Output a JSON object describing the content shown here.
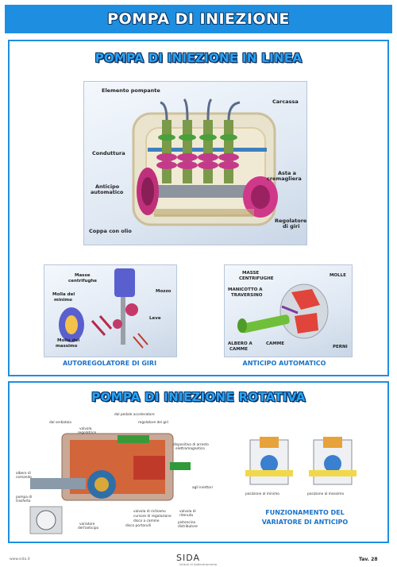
{
  "banner": {
    "title": "POMPA DI INIEZIONE"
  },
  "section_linea": {
    "heading": "POMPA DI INIEZIONE IN LINEA",
    "main_labels": {
      "elemento_pompante": "Elemento pompante",
      "carcassa": "Carcassa",
      "conduttura": "Conduttura",
      "asta_a": "Asta a",
      "cremagliera": "cremagliera",
      "anticipo": "Anticipo",
      "automatico": "automatico",
      "regolatore": "Regolatore",
      "di_giri": "di giri",
      "coppa": "Coppa con olio"
    },
    "giri_labels": {
      "masse": "Masse",
      "centrifughe": "centrifughe",
      "mozzo": "Mozzo",
      "molla_del": "Molla del",
      "minimo": "minimo",
      "leve": "Leve",
      "molla_del_2": "Molla del",
      "massimo": "massimo"
    },
    "anticipo_labels": {
      "masse": "MASSE",
      "centrifughe": "CENTRIFUGHE",
      "molle": "MOLLE",
      "manicotto_a": "MANICOTTO A",
      "traversino": "TRAVERSINO",
      "albero_a": "ALBERO A",
      "camme_left": "CAMME",
      "camme": "CAMME",
      "perni": "PERNI"
    },
    "caption_giri": "AUTOREGOLATORE DI GIRI",
    "caption_anticipo": "ANTICIPO AUTOMATICO"
  },
  "section_rotativa": {
    "heading": "POMPA DI INIEZIONE ROTATIVA",
    "labels": {
      "dal_pedale": "dal pedale acceleratore",
      "regolatore_giri": "regolatore dei giri",
      "dal_serbatoio": "dal serbatoio",
      "valvola": "valvola",
      "regolatrice": "regolatrice",
      "dispositivo_1": "dispositivo di arresto",
      "dispositivo_2": "elettromagnetico",
      "albero_di": "albero di",
      "comando": "comando",
      "agli_iniettori": "agli iniettori",
      "pompa_di": "pompa di",
      "trasferta": "trasferta",
      "valvola_di_richiamo": "valvola di richiamo",
      "cursore": "cursore di regolazione",
      "disco_camme": "disco a camme",
      "disco_portarulli": "disco portarulli",
      "valvola_di": "valvola di",
      "ritenuta": "ritenuta",
      "pistoncino": "pistoncino",
      "distributore": "distributore",
      "variatore": "variatore",
      "dell_anticipo": "dell'anticipo"
    },
    "variatore_labels": {
      "posizione_minimo": "posizione al minimo",
      "posizione_massimo": "posizione al massimo"
    },
    "caption_line1": "FUNZIONAMENTO DEL",
    "caption_line2": "VARIATORE DI ANTICIPO"
  },
  "footer": {
    "left": "www.sida.it",
    "logo": "SIDA",
    "logo_sub": "Istituti di Addestramento",
    "right": "Tav. 28"
  },
  "colors": {
    "banner": "#1e8fe0",
    "heading_fill": "#29a3f5",
    "heading_outline": "#0a3160",
    "caption": "#1a73c8"
  }
}
